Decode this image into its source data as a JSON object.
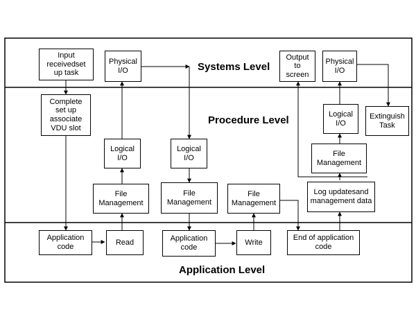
{
  "levels": {
    "systems": "Systems Level",
    "procedure": "Procedure Level",
    "application": "Application Level"
  },
  "boxes": {
    "input_received": "Input\nreceivedset\nup task",
    "physical_io_left": "Physical\nI/O",
    "output_to_screen": "Output\nto\nscreen",
    "physical_io_right": "Physical\nI/O",
    "complete_setup": "Complete\nset up\nassociate\nVDU slot",
    "logical_io_1": "Logical\nI/O",
    "logical_io_2": "Logical\nI/O",
    "logical_io_3": "Logical\nI/O",
    "extinguish_task": "Extinguish\nTask",
    "file_mgmt_1": "File\nManagement",
    "file_mgmt_2": "File\nManagement",
    "file_mgmt_3": "File\nManagement",
    "file_mgmt_4": "File\nManagement",
    "log_updates": "Log updatesand\nmanagement data",
    "app_code_1": "Application\ncode",
    "read": "Read",
    "app_code_2": "Application\ncode",
    "write": "Write",
    "end_app_code": "End of application\ncode"
  }
}
